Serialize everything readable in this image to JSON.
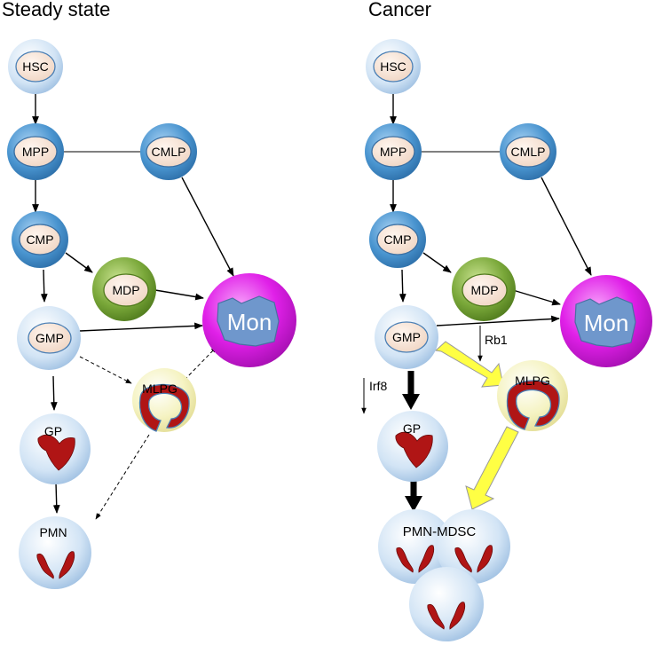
{
  "panels": {
    "left_title": "Steady state",
    "right_title": "Cancer"
  },
  "cells": {
    "hsc": "HSC",
    "mpp": "MPP",
    "cmlp": "CMLP",
    "cmp": "CMP",
    "mdp": "MDP",
    "gmp": "GMP",
    "mon": "Mon",
    "mlpg": "MLPG",
    "gp": "GP",
    "pmn": "PMN",
    "pmn_mdsc": "PMN-MDSC"
  },
  "labels": {
    "irf8": "Irf8",
    "rb1": "Rb1"
  },
  "colors": {
    "progenitor_blue": "#4a95d0",
    "progenitor_nucleus": "#f3dccb",
    "mdp_green": "#7aa83a",
    "mon_magenta": "#e020e8",
    "mon_nucleus": "#6f97cc",
    "granulocyte_sphere": "#cfe0f2",
    "granule_red": "#b01515",
    "mlpg_yellow": "#f5f3c2",
    "mdsc_arrow_yellow": "#ffff44"
  }
}
